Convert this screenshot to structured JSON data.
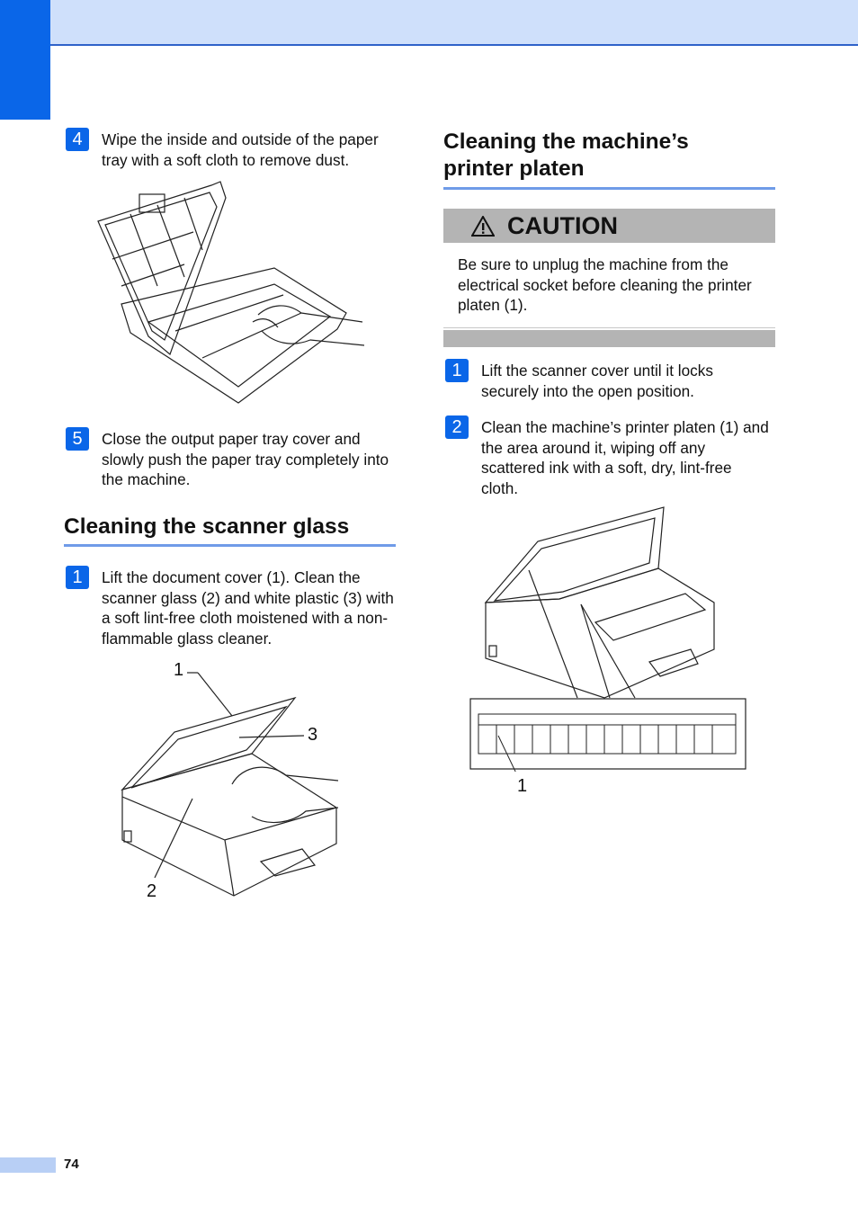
{
  "page_number": "74",
  "left_column": {
    "step4": {
      "badge": "4",
      "text": "Wipe the inside and outside of the paper tray with a soft cloth to remove dust."
    },
    "step5": {
      "badge": "5",
      "text": "Close the output paper tray cover and slowly push the paper tray completely into the machine."
    },
    "scanner_heading": "Cleaning the scanner glass",
    "scanner_step1": {
      "badge": "1",
      "text": "Lift the document cover (1). Clean the scanner glass (2) and white plastic (3) with a soft lint-free cloth moistened with a non-flammable glass cleaner."
    },
    "scanner_callouts": [
      "1",
      "3",
      "2"
    ]
  },
  "right_column": {
    "platen_heading_line1": "Cleaning the machine’s",
    "platen_heading_line2": "printer platen",
    "caution": {
      "title": "CAUTION",
      "text": "Be sure to unplug the machine from the electrical socket before cleaning the printer platen (1)."
    },
    "platen_step1": {
      "badge": "1",
      "text": "Lift the scanner cover until it locks securely into the open position."
    },
    "platen_step2": {
      "badge": "2",
      "text": "Clean the machine’s printer platen (1) and the area around it, wiping off any scattered ink with a soft, dry, lint-free cloth."
    },
    "platen_callouts": [
      "1"
    ]
  },
  "colors": {
    "accent_blue": "#0a66e8",
    "band": "#cfe0fb",
    "rule": "#6f9be8",
    "caution_gray": "#b4b4b4"
  },
  "icons": [
    "warning-triangle-icon"
  ]
}
